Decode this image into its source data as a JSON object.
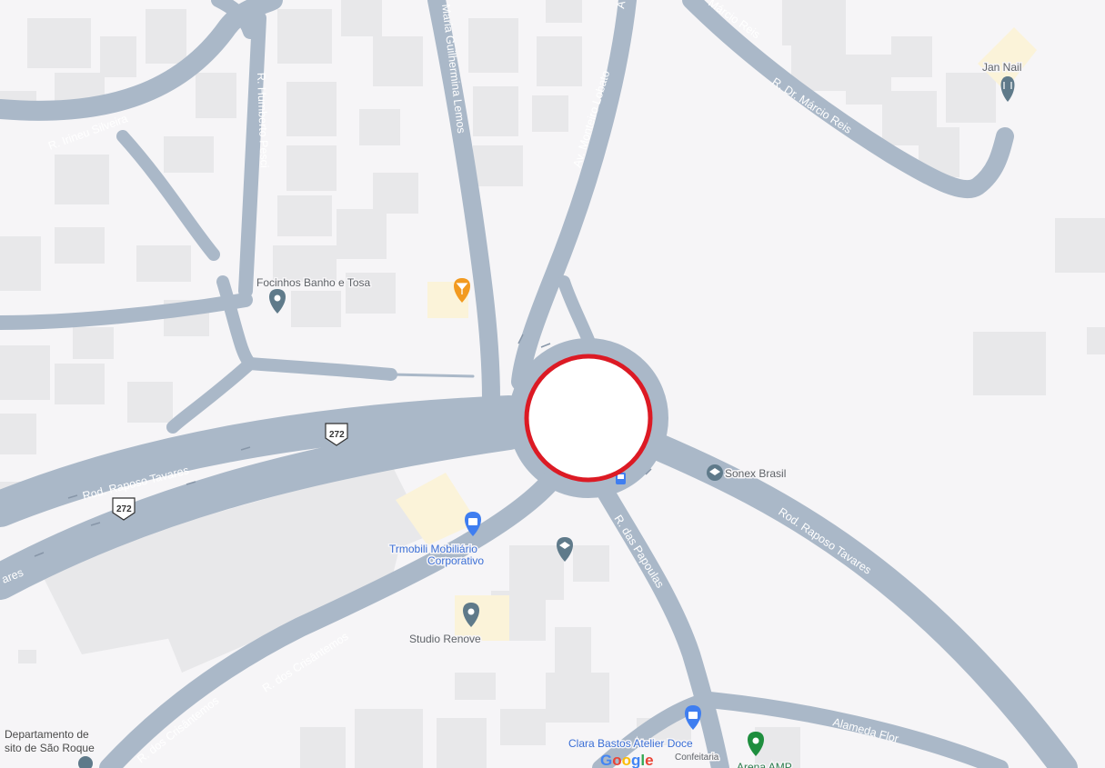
{
  "map": {
    "colors": {
      "background": "#f6f5f7",
      "road": "#aab8c8",
      "building": "#e8e8ea",
      "highlight_area": "#fbf3d9",
      "marker_ring": "#dc1a24",
      "marker_fill": "#ffffff"
    },
    "roads": {
      "irineu_silveira": "R. Irineu Silveira",
      "humberto_pesci": "R. Humberto Pesci",
      "maria_guilhermina_lemos": "Maria Guilhermina Lemos",
      "monteiro_lobato": "Av. Monteiro Lobato",
      "marcio_reis_top": "Márcio Reis",
      "marcio_reis": "R. Dr. Márcio Reis",
      "raposo_tavares_left": "Rod. Raposo Tavares",
      "raposo_tavares_right": "Rod. Raposo Tavares",
      "raposo_tavares_edge": "ares",
      "papoulas": "R. das Papoulas",
      "crisantemos_1": "R. dos Crisântemos",
      "crisantemos_2": "R. dos Crisântemos",
      "alameda_flor": "Alameda Flor",
      "top_fragment": "A"
    },
    "shields": [
      "272",
      "272"
    ],
    "pois": {
      "jan_nail": {
        "name": "Jan Nail",
        "icon": "fork-knife-pin-icon"
      },
      "focinhos": {
        "name": "Focinhos Banho e Tosa",
        "icon": "location-pin-icon"
      },
      "bar_pin": {
        "icon": "cocktail-pin-icon"
      },
      "sonex": {
        "name": "Sonex Brasil",
        "icon": "graduation-cap-pin-icon"
      },
      "trmobili": {
        "line1": "Trmobili Mobiliário",
        "line2": "Corporativo",
        "icon": "shopping-bag-pin-icon"
      },
      "school_pin": {
        "icon": "graduation-cap-pin-icon"
      },
      "studio_renove": {
        "name": "Studio Renove",
        "icon": "location-pin-icon"
      },
      "departamento": {
        "line1": "Departamento de",
        "line2": "sito de São Roque",
        "icon": "building-pin-icon"
      },
      "clara_bastos": {
        "name": "Clara Bastos Atelier Doce",
        "sub": "Confeitaria",
        "icon": "shopping-bag-pin-icon"
      },
      "arena_amp": {
        "name": "Arena AMP",
        "icon": "green-location-pin-icon"
      },
      "bus_stop": {
        "icon": "bus-stop-icon"
      }
    },
    "marker": {
      "icon": "red-circle-marker-icon"
    },
    "attribution": {
      "logo": "Google"
    }
  }
}
